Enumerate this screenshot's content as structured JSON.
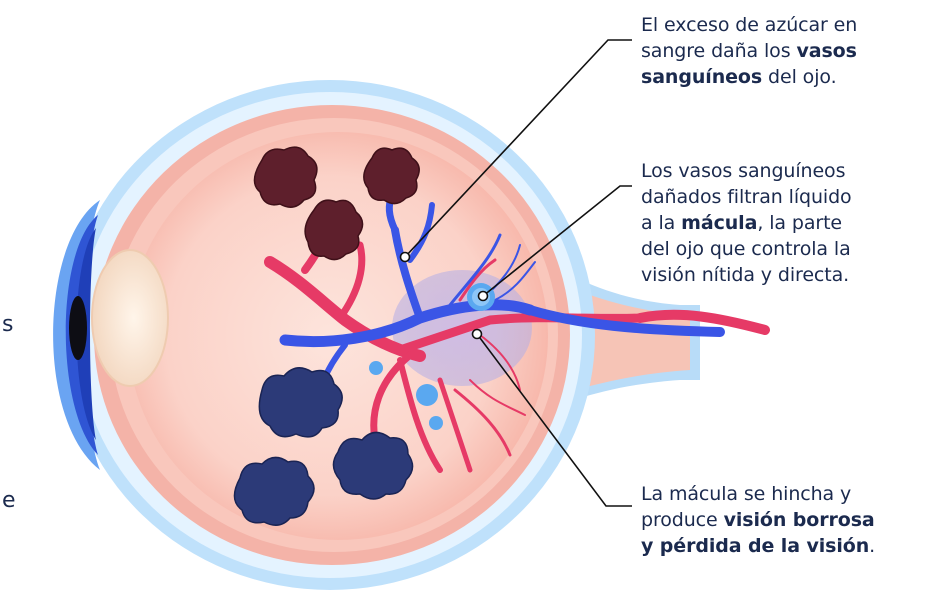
{
  "callouts": [
    {
      "line1": "El exceso de azúcar en",
      "line2a": "sangre daña los ",
      "line2b": "vasos",
      "line3a": "sanguíneos",
      "line3b": " del ojo."
    },
    {
      "line1": "Los vasos sanguíneos",
      "line2": "dañados filtran líquido",
      "line3a": "a la ",
      "line3b": "mácula",
      "line3c": ", la parte",
      "line4": "del ojo que controla la",
      "line5": "visión nítida y directa."
    },
    {
      "line1": "La mácula se hincha y",
      "line2a": "produce ",
      "line2b": "visión borrosa",
      "line3a": "y pérdida de la visión",
      "line3b": "."
    }
  ],
  "edge_fragments": [
    "s",
    "e"
  ],
  "colors": {
    "text": "#1b2a4e",
    "vessel_red": "#e63a66",
    "vessel_blue": "#3a55e6",
    "exudate_maroon": "#5e1f2c",
    "exudate_navy": "#2c3a78",
    "fluid_blue": "#5aa8f0"
  }
}
